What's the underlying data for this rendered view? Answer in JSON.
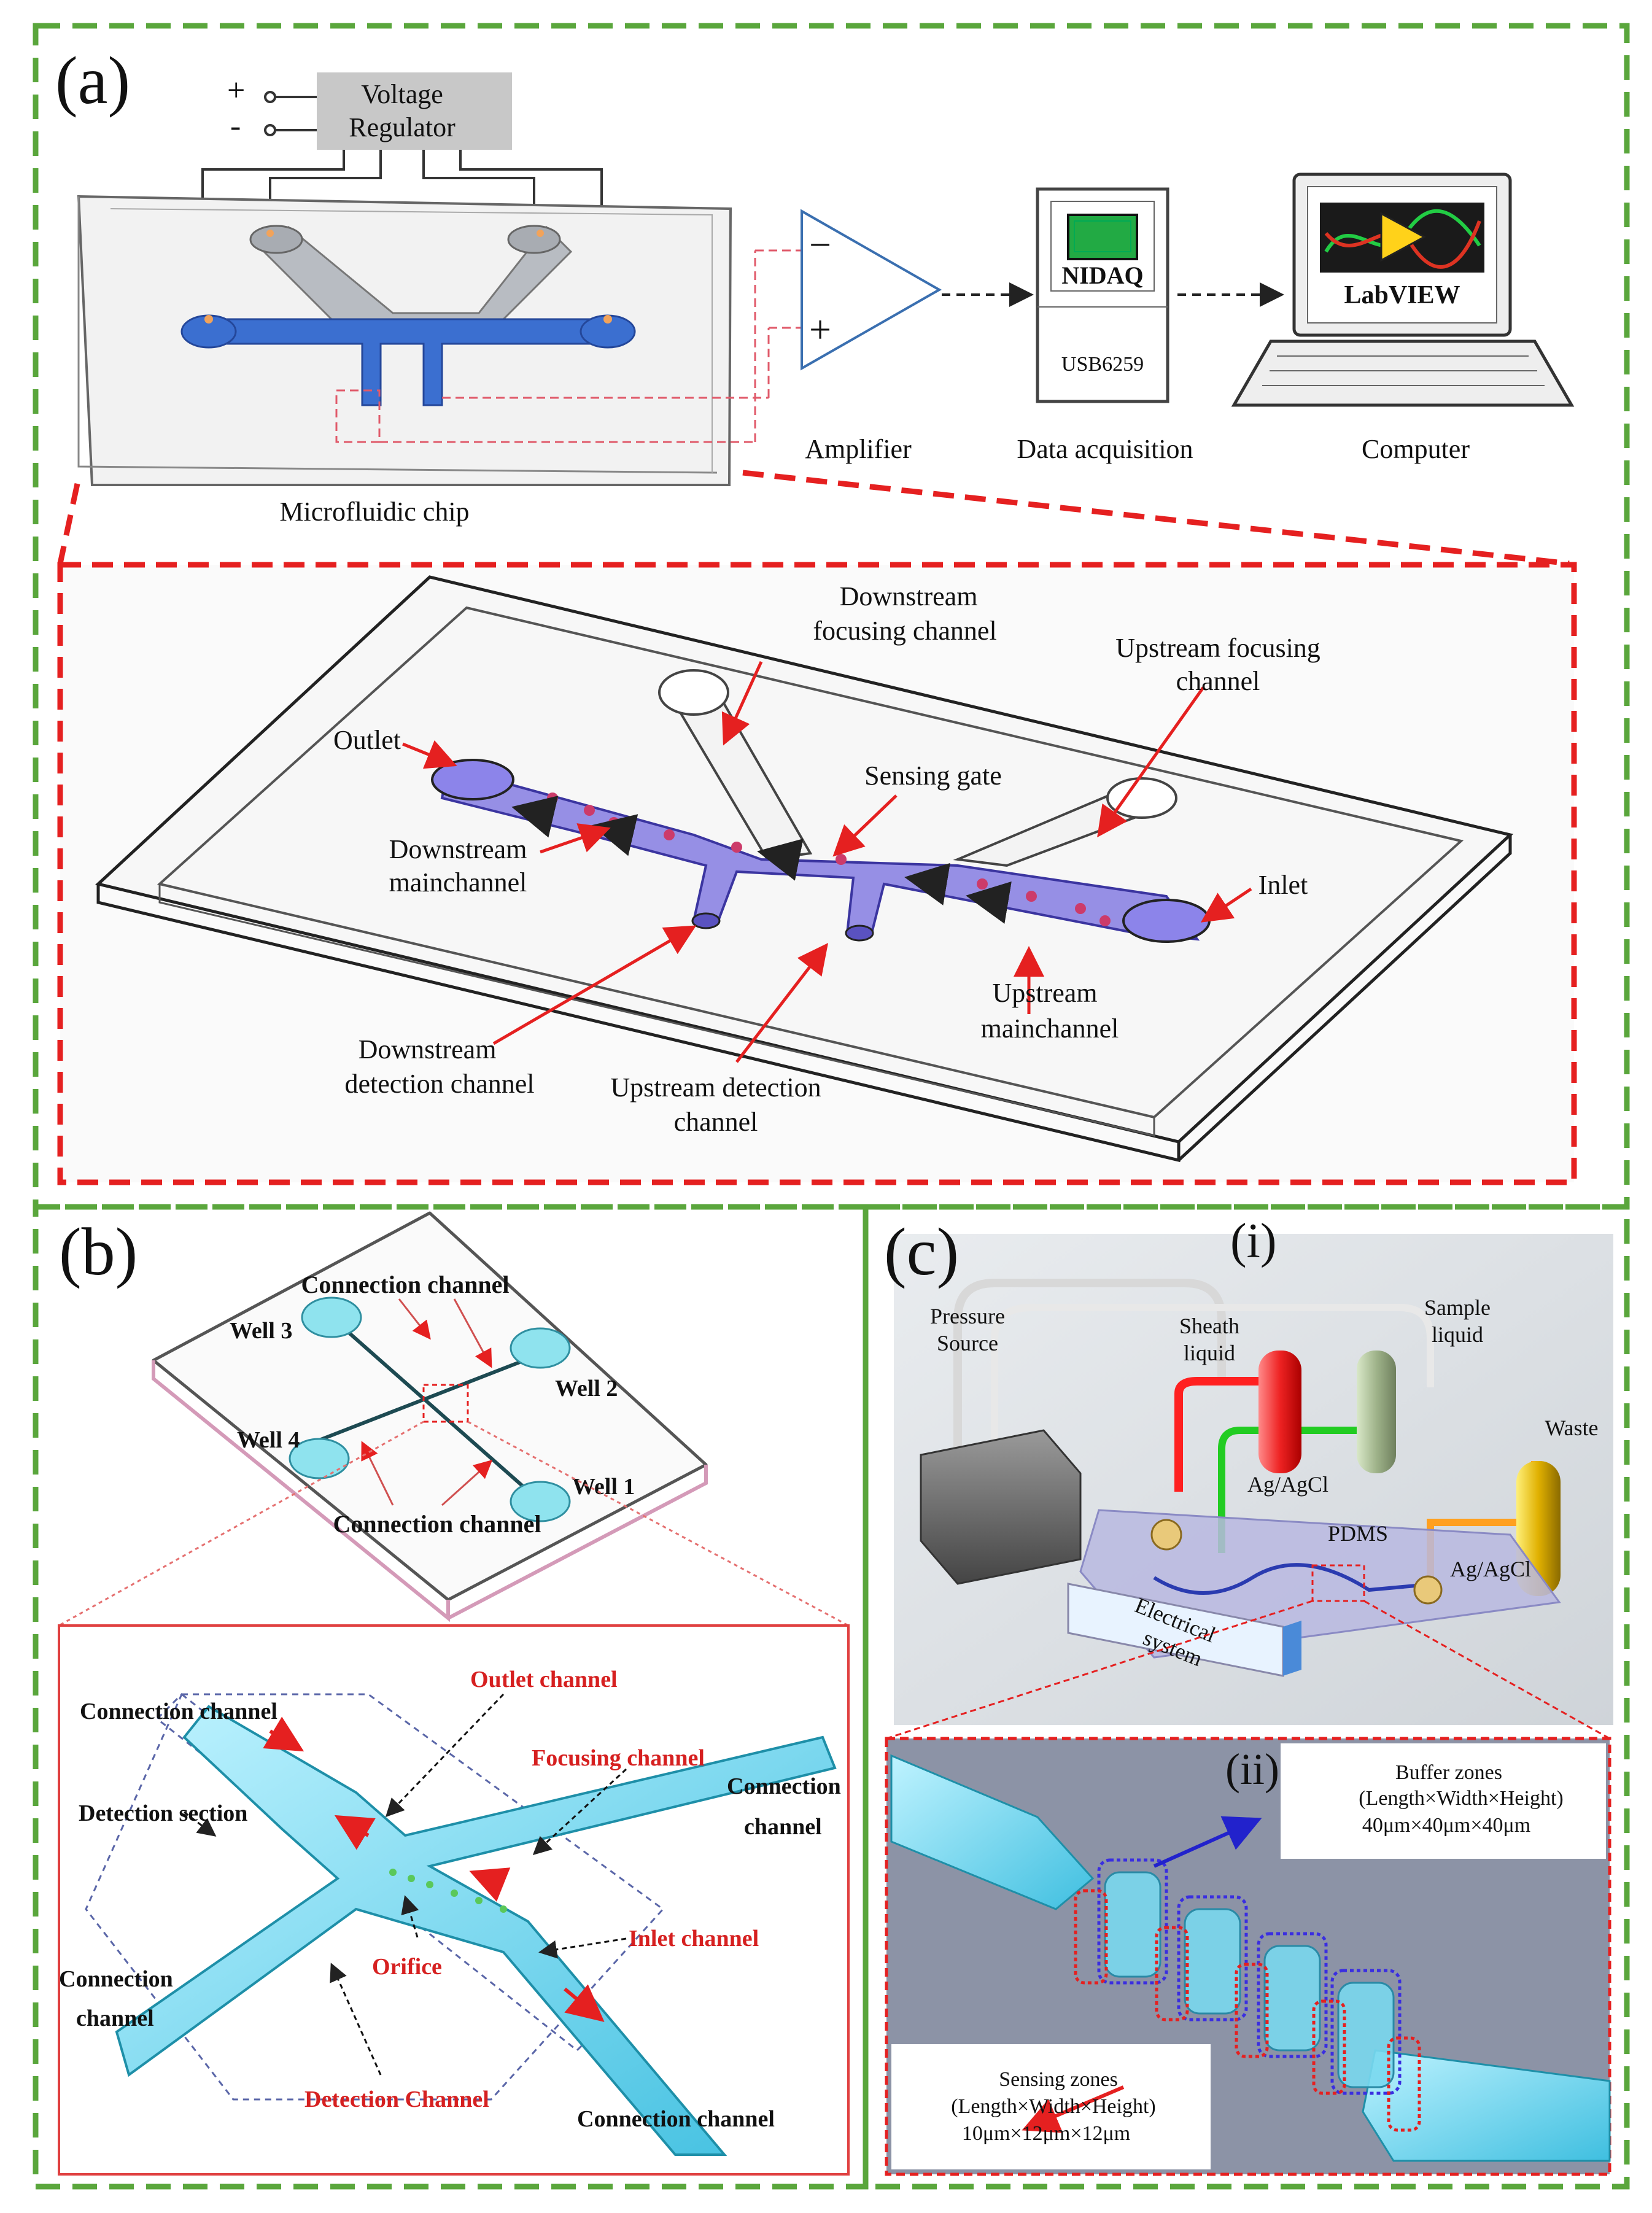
{
  "panels": {
    "a": {
      "label": "(a)",
      "voltage_regulator": [
        "Voltage",
        "Regulator"
      ],
      "plus": "+",
      "minus": "-",
      "amp_minus": "−",
      "amp_plus": "+",
      "captions": {
        "chip": "Microfluidic chip",
        "amplifier": "Amplifier",
        "daq": "Data acquisition",
        "computer": "Computer"
      },
      "daq_brand": "NIDAQ",
      "daq_model": "USB6259",
      "screen_brand": "LabVIEW",
      "detail_labels": {
        "downstream_focusing": [
          "Downstream",
          "focusing channel"
        ],
        "upstream_focusing": [
          "Upstream focusing",
          "channel"
        ],
        "outlet": "Outlet",
        "sensing_gate": "Sensing gate",
        "downstream_main": [
          "Downstream",
          "mainchannel"
        ],
        "inlet": "Inlet",
        "upstream_main": [
          "Upstream",
          "mainchannel"
        ],
        "downstream_detection": [
          "Downstream",
          "detection channel"
        ],
        "upstream_detection": [
          "Upstream detection",
          "channel"
        ]
      }
    },
    "b": {
      "label": "(b)",
      "connection_channel": "Connection channel",
      "wells": [
        "Well 1",
        "Well 2",
        "Well 3",
        "Well 4"
      ],
      "detail_labels": {
        "connection_tl": "Connection channel",
        "outlet": "Outlet channel",
        "focusing": "Focusing channel",
        "connection_r": [
          "Connection",
          "channel"
        ],
        "detection_section": "Detection section",
        "orifice": "Orifice",
        "inlet": "Inlet channel",
        "connection_l": [
          "Connection",
          "channel"
        ],
        "detection_channel": "Detection Channel",
        "connection_br": "Connection channel"
      }
    },
    "c": {
      "label": "(c)",
      "sub_i": "(i)",
      "sub_ii": "(ii)",
      "labels": {
        "pressure": [
          "Pressure",
          "Source"
        ],
        "sheath": [
          "Sheath",
          "liquid"
        ],
        "sample": [
          "Sample",
          "liquid"
        ],
        "waste": "Waste",
        "agagcl1": "Ag/AgCl",
        "pdms": "PDMS",
        "agagcl2": "Ag/AgCl",
        "electrical": [
          "Electrical",
          "system"
        ]
      },
      "buffer": [
        "Buffer zones",
        "(Length×Width×Height)",
        "40μm×40μm×40μm"
      ],
      "sensing": [
        "Sensing zones",
        "(Length×Width×Height)",
        "10μm×12μm×12μm"
      ]
    }
  }
}
